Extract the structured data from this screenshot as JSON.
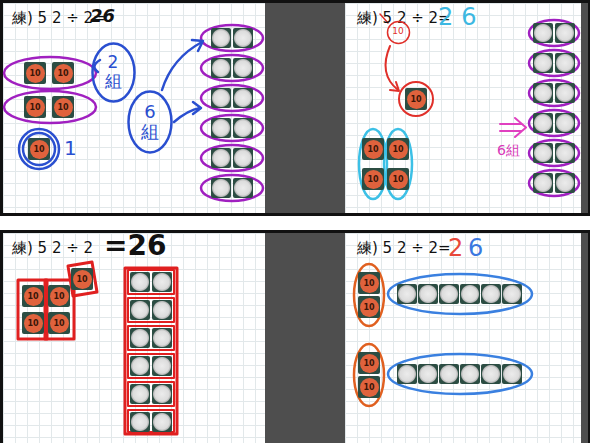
{
  "diagram": {
    "nodes": [
      {
        "text": [
          "2組"
        ]
      },
      {
        "text": [
          "6組"
        ]
      },
      {
        "text": [
          "10"
        ]
      }
    ],
    "labels": [
      "練) 5 2 ÷ 2=",
      "26",
      "1",
      "練) 5 2 ÷ 2=",
      "26",
      "6組",
      "練) 5 2 ÷ 2",
      "=26",
      "練) 5 2 ÷ 2=",
      "2",
      "6",
      "10",
      "10",
      "10",
      "10",
      "10",
      "10",
      "10",
      "10",
      "10",
      "10",
      "10",
      "10",
      "10",
      "10",
      "10",
      "10",
      "10",
      "10",
      "10"
    ]
  }
}
